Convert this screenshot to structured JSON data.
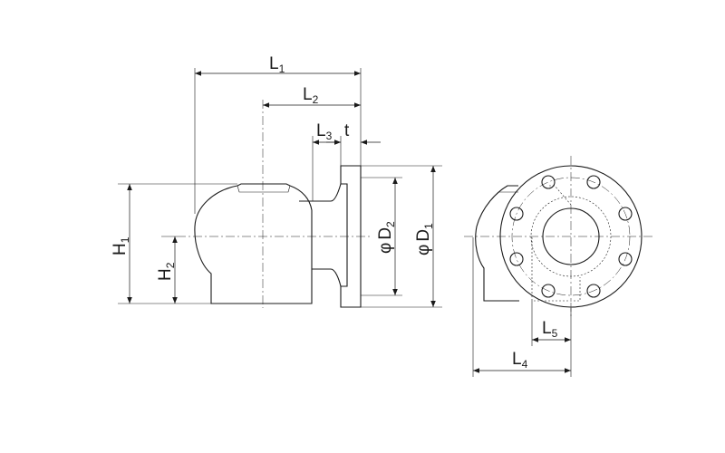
{
  "labels": {
    "L1": {
      "main": "L",
      "sub": "1"
    },
    "L2": {
      "main": "L",
      "sub": "2"
    },
    "L3": {
      "main": "L",
      "sub": "3"
    },
    "t": {
      "main": "t"
    },
    "H1": {
      "main": "H",
      "sub": "1"
    },
    "H2": {
      "main": "H",
      "sub": "2"
    },
    "D2": {
      "prefix": "φ",
      "main": "D",
      "sub": "2"
    },
    "D1": {
      "prefix": "φ",
      "main": "D",
      "sub": "1"
    },
    "L5": {
      "main": "L",
      "sub": "5"
    },
    "L4": {
      "main": "L",
      "sub": "4"
    }
  },
  "colors": {
    "line": "#1a1a1a",
    "background": "#ffffff"
  }
}
